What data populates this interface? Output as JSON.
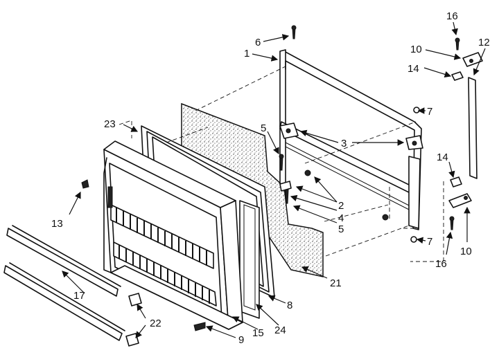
{
  "labels": {
    "l1": "1",
    "l2": "2",
    "l3": "3",
    "l4": "4",
    "l5a": "5",
    "l5b": "5",
    "l6": "6",
    "l7a": "7",
    "l7b": "7",
    "l8": "8",
    "l9": "9",
    "l10a": "10",
    "l10b": "10",
    "l12": "12",
    "l13": "13",
    "l14a": "14",
    "l14b": "14",
    "l15": "15",
    "l16a": "16",
    "l16b": "16",
    "l17": "17",
    "l21": "21",
    "l22": "22",
    "l23": "23",
    "l24": "24"
  }
}
